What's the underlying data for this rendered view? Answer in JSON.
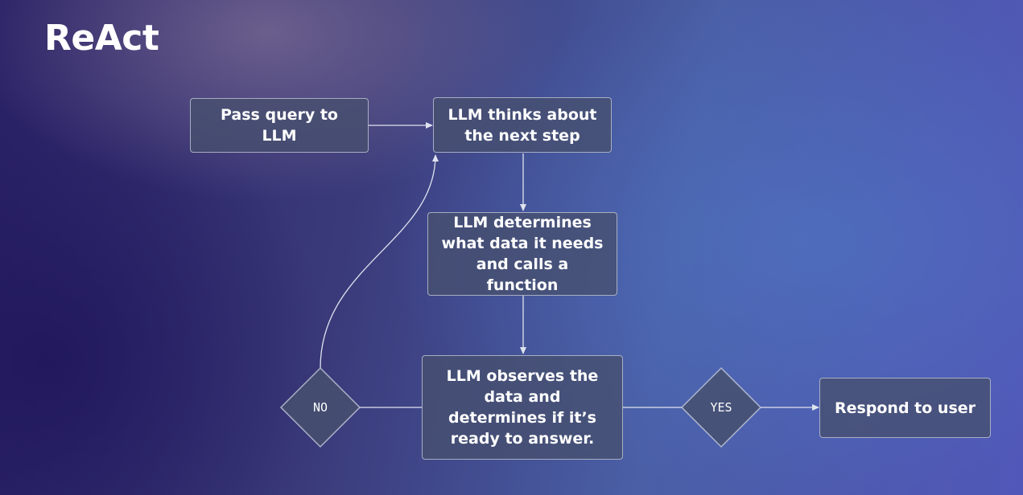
{
  "title": "ReAct",
  "nodes": {
    "pass_query": "Pass query to LLM",
    "thinks": "LLM thinks about the next step",
    "determines": "LLM determines what data it needs and calls a function",
    "observes": "LLM observes the data and determines if it’s ready to answer.",
    "respond": "Respond to user"
  },
  "decisions": {
    "no": "NO",
    "yes": "YES"
  }
}
